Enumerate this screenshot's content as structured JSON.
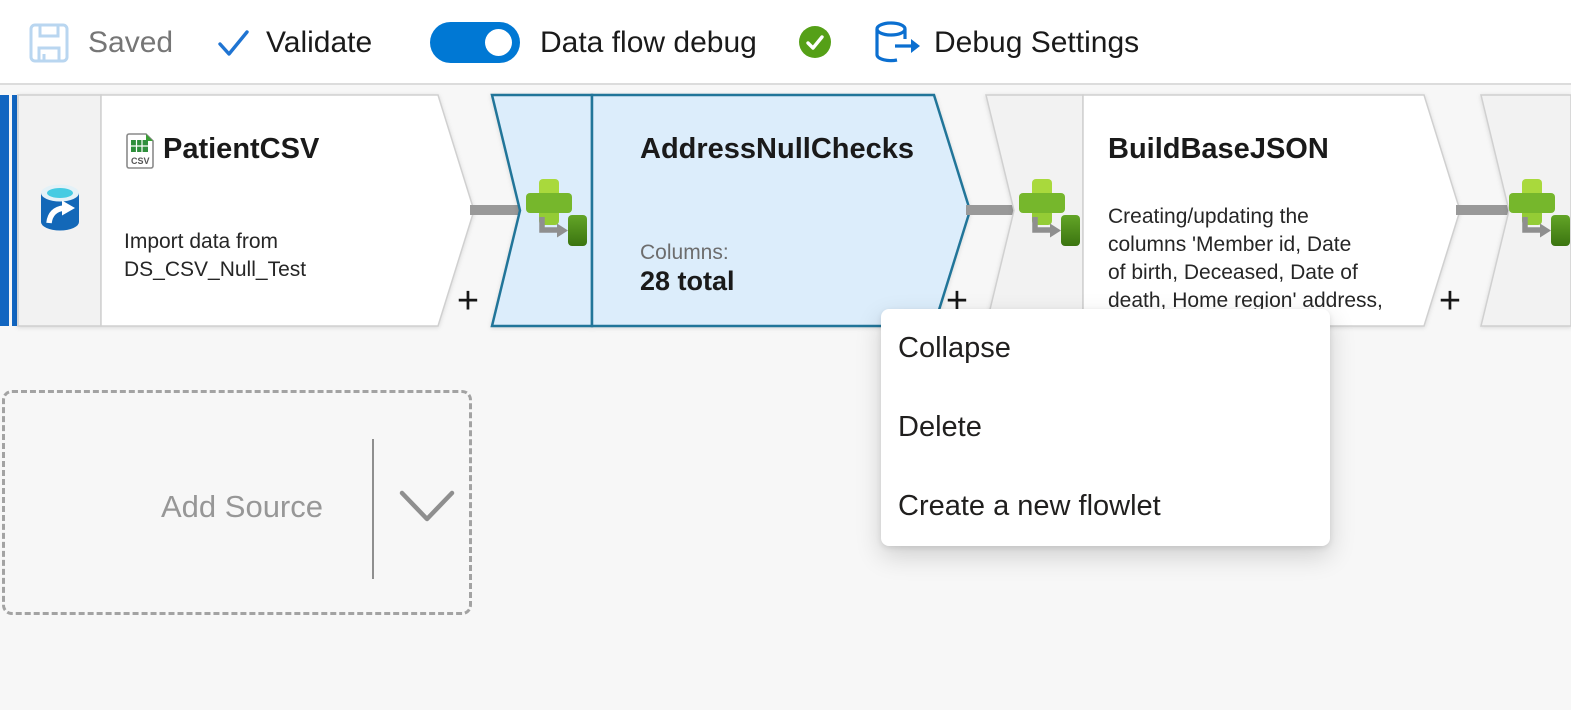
{
  "toolbar": {
    "saved": "Saved",
    "validate": "Validate",
    "data_flow_debug": "Data flow debug",
    "debug_settings": "Debug Settings",
    "debug_toggle_state": "on",
    "debug_status": "ready"
  },
  "canvas": {
    "nodes": [
      {
        "title": "PatientCSV",
        "type": "source-dataset",
        "selected": false,
        "desc_line1": "Import data from",
        "desc_line2": "DS_CSV_Null_Test"
      },
      {
        "title": "AddressNullChecks",
        "type": "derived-column",
        "selected": true,
        "columns_label": "Columns:",
        "columns_total": "28 total"
      },
      {
        "title": "BuildBaseJSON",
        "type": "derived-column",
        "selected": false,
        "desc_line1": "Creating/updating the",
        "desc_line2": "columns 'Member id, Date",
        "desc_line3": "of birth, Deceased, Date of",
        "desc_line4": "death, Home region' address,"
      }
    ],
    "plus": "+",
    "add_source_label": "Add Source"
  },
  "context_menu": {
    "items": [
      "Collapse",
      "Delete",
      "Create a new flowlet"
    ]
  },
  "colors": {
    "accent_blue": "#0078d4",
    "selected_fill": "#dcedfb",
    "selected_border": "#217599",
    "success_green": "#55a017",
    "derived_icon_green": "#76b72c",
    "connector_gray": "#999999",
    "node_border_gray": "#d0d0d0"
  }
}
